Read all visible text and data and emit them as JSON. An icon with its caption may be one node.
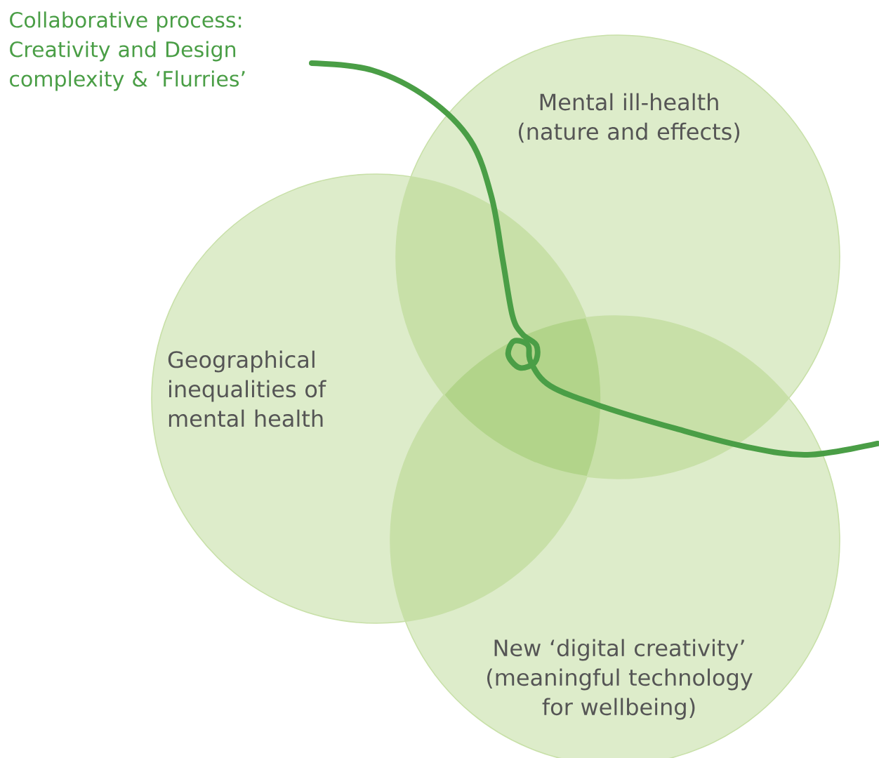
{
  "diagram": {
    "nodes": [
      {
        "text": [
          "Mental ill-health (nature and effects)"
        ]
      },
      {
        "text": [
          "Geographical inequalities of mental health"
        ]
      },
      {
        "text": [
          "New ‘digital creativity’ (meaningful technology for wellbeing)"
        ]
      }
    ],
    "labels": [
      "Collaborative process: Creativity and Design complexity & ‘Flurries’"
    ]
  }
}
